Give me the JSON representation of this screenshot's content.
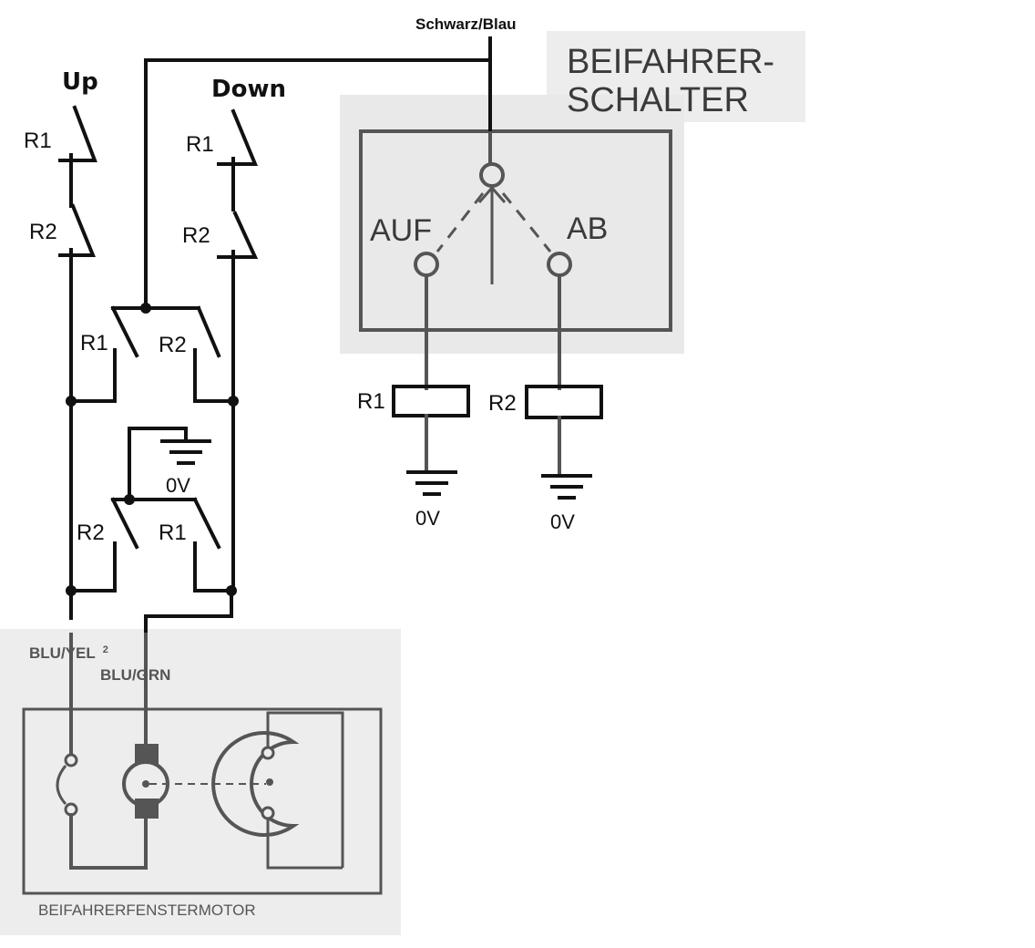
{
  "diagram": {
    "top_wire_label": "Schwarz/Blau",
    "switch_title_line1": "BEIFAHRER-",
    "switch_title_line2": "SCHALTER",
    "switch_up_label": "AUF",
    "switch_down_label": "AB",
    "button_up_label": "Up",
    "button_down_label": "Down",
    "relay1": "R1",
    "relay2": "R2",
    "ground_label": "0V",
    "wire_left_label": "BLU/YEL",
    "wire_left_sup": "2",
    "wire_right_label": "BLU/GRN",
    "motor_label": "BEIFAHRERFENSTERMOTOR"
  },
  "colors": {
    "wire": "#111111",
    "print": "#555555",
    "panel": "#ededed"
  }
}
